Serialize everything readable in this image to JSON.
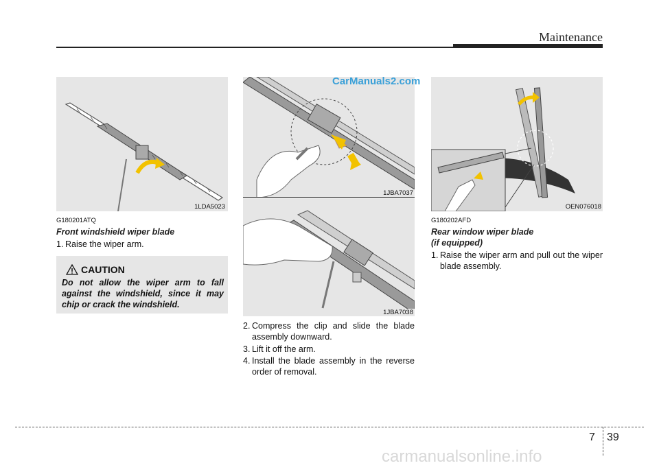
{
  "header": {
    "title": "Maintenance"
  },
  "watermark": "CarManuals2.com",
  "left": {
    "figure_label": "1LDA5023",
    "code": "G180201ATQ",
    "subtitle": "Front windshield wiper blade",
    "step1_num": "1.",
    "step1_text": "Raise the wiper arm.",
    "caution": {
      "title": "CAUTION",
      "text": "Do not allow the wiper arm to fall against the windshield, since it may chip or crack the windshield."
    }
  },
  "middle": {
    "figure1_label": "1JBA7037",
    "figure2_label": "1JBA7038",
    "steps": [
      {
        "num": "2.",
        "text": "Compress the clip and slide the blade assembly downward."
      },
      {
        "num": "3.",
        "text": "Lift it off the arm."
      },
      {
        "num": "4.",
        "text": "Install the blade assembly in the reverse order of removal."
      }
    ]
  },
  "right": {
    "figure_label": "OEN076018",
    "code": "G180202AFD",
    "subtitle_line1": "Rear window wiper blade",
    "subtitle_line2": "(if equipped)",
    "step1_num": "1.",
    "step1_text": "Raise the wiper arm and pull out the wiper blade assembly."
  },
  "footer": {
    "chapter": "7",
    "page": "39",
    "site": "carmanualsonline.info"
  },
  "colors": {
    "figure_bg": "#e6e6e6",
    "arrow": "#f2c200",
    "watermark": "#3aa0d8"
  }
}
